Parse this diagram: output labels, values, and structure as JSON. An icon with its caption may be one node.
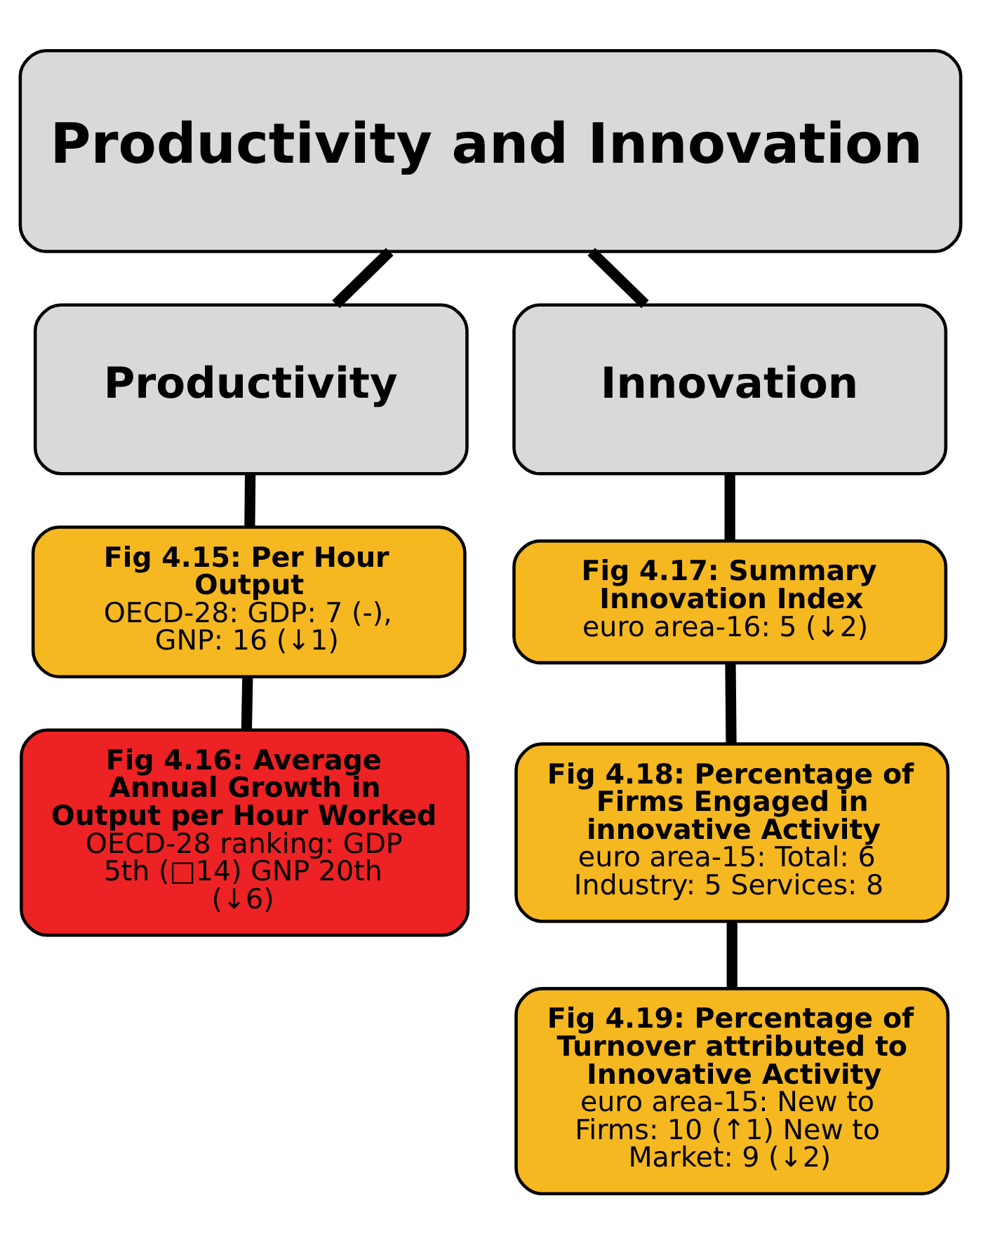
{
  "diagram": {
    "nodes": [
      {
        "text": [
          "Productivity and Innovation"
        ]
      },
      {
        "text": [
          "Productivity"
        ]
      },
      {
        "text": [
          "Innovation"
        ]
      },
      {
        "text": [
          "Fig 4.15: Per Hour Output",
          "OECD-28: GDP: 7 (-), GNP: 16 (↓1)"
        ]
      },
      {
        "text": [
          "Fig 4.16: Average Annual Growth in Output per Hour Worked",
          "OECD-28 ranking: GDP 5th (□14) GNP 20th (↓6)"
        ]
      },
      {
        "text": [
          "Fig 4.17: Summary Innovation Index",
          "euro area-16: 5 (↓2)"
        ]
      },
      {
        "text": [
          "Fig 4.18: Percentage of Firms Engaged in innovative Activity",
          "euro area-15: Total: 6 Industry: 5 Services: 8"
        ]
      },
      {
        "text": [
          "Fig 4.19: Percentage of Turnover attributed to Innovative Activity",
          "euro area-15: New to Firms: 10 (↑1) New to Market: 9 (↓2)"
        ]
      }
    ],
    "edges": [
      {
        "from": 0,
        "to": 1,
        "arrow": "none"
      },
      {
        "from": 0,
        "to": 2,
        "arrow": "none"
      },
      {
        "from": 1,
        "to": 3,
        "arrow": "none"
      },
      {
        "from": 3,
        "to": 4,
        "arrow": "none"
      },
      {
        "from": 2,
        "to": 5,
        "arrow": "none"
      },
      {
        "from": 5,
        "to": 6,
        "arrow": "none"
      },
      {
        "from": 6,
        "to": 7,
        "arrow": "none"
      }
    ]
  }
}
